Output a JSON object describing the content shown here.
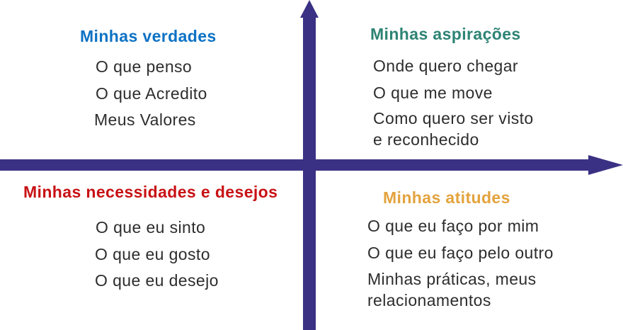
{
  "diagram": {
    "type": "quadrant-diagram",
    "axis_color": "#3A3185",
    "body_text_color": "#2D2D2D"
  },
  "quadrants": {
    "top_left": {
      "title": "Minhas verdades",
      "title_color": "#0C72C5",
      "items": [
        "O que penso",
        "O que Acredito",
        "Meus Valores"
      ]
    },
    "top_right": {
      "title": "Minhas aspirações",
      "title_color": "#2E8374",
      "items": [
        "Onde quero chegar",
        "O que me move",
        "Como quero ser visto\ne reconhecido"
      ]
    },
    "bottom_left": {
      "title": "Minhas necessidades e desejos",
      "title_color": "#C81215",
      "items": [
        "O que eu sinto",
        "O que eu gosto",
        "O que eu desejo"
      ]
    },
    "bottom_right": {
      "title": "Minhas atitudes",
      "title_color": "#E3A33E",
      "items": [
        "O que eu faço por mim",
        "O que eu faço pelo outro",
        "Minhas práticas, meus\nrelacionamentos"
      ]
    }
  }
}
